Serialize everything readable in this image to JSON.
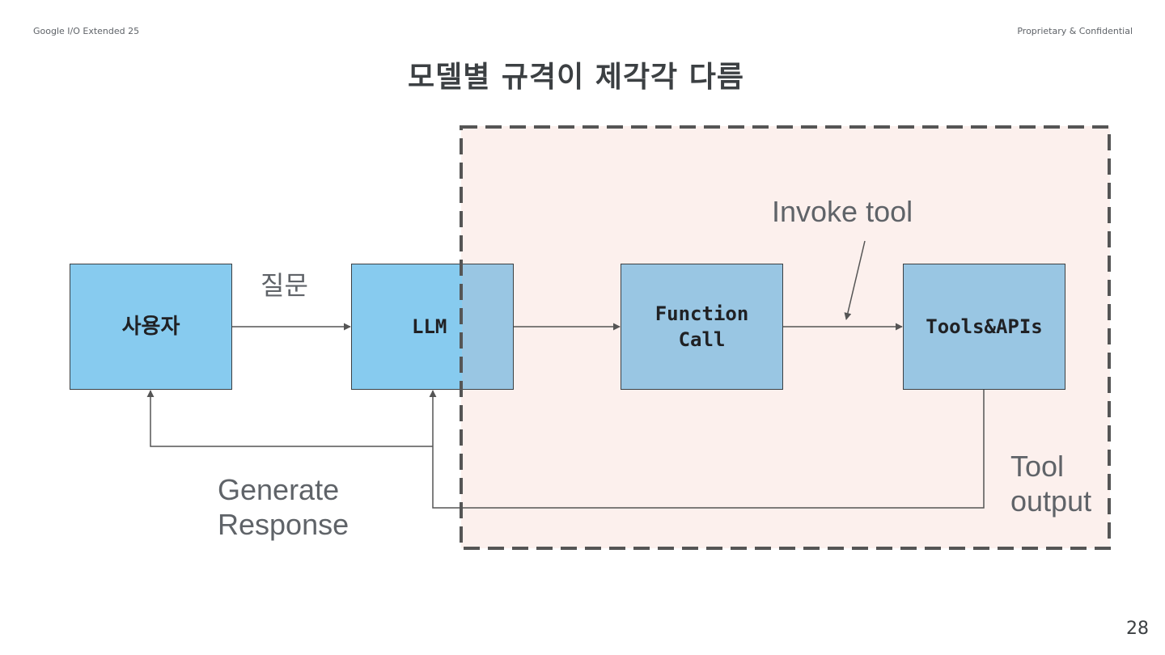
{
  "header": {
    "event": "Google I/O Extended 25",
    "notice": "Proprietary & Confidential"
  },
  "title": "모델별 규격이 제각각 다름",
  "page_number": "28",
  "nodes": {
    "user": "사용자",
    "llm": "LLM",
    "function_call": [
      "Function",
      "Call"
    ],
    "tools": "Tools&APIs"
  },
  "edge_labels": {
    "question": "질문",
    "invoke_tool": "Invoke tool",
    "tool_output": [
      "Tool",
      "output"
    ],
    "generate_response": [
      "Generate",
      "Response"
    ]
  },
  "colors": {
    "box_fill": "#87cbef",
    "box_fill_in_region": "#99c6e3",
    "region_fill": "#fdf0ee",
    "region_border": "#555555",
    "line": "#555555",
    "text": "#5f6368"
  }
}
